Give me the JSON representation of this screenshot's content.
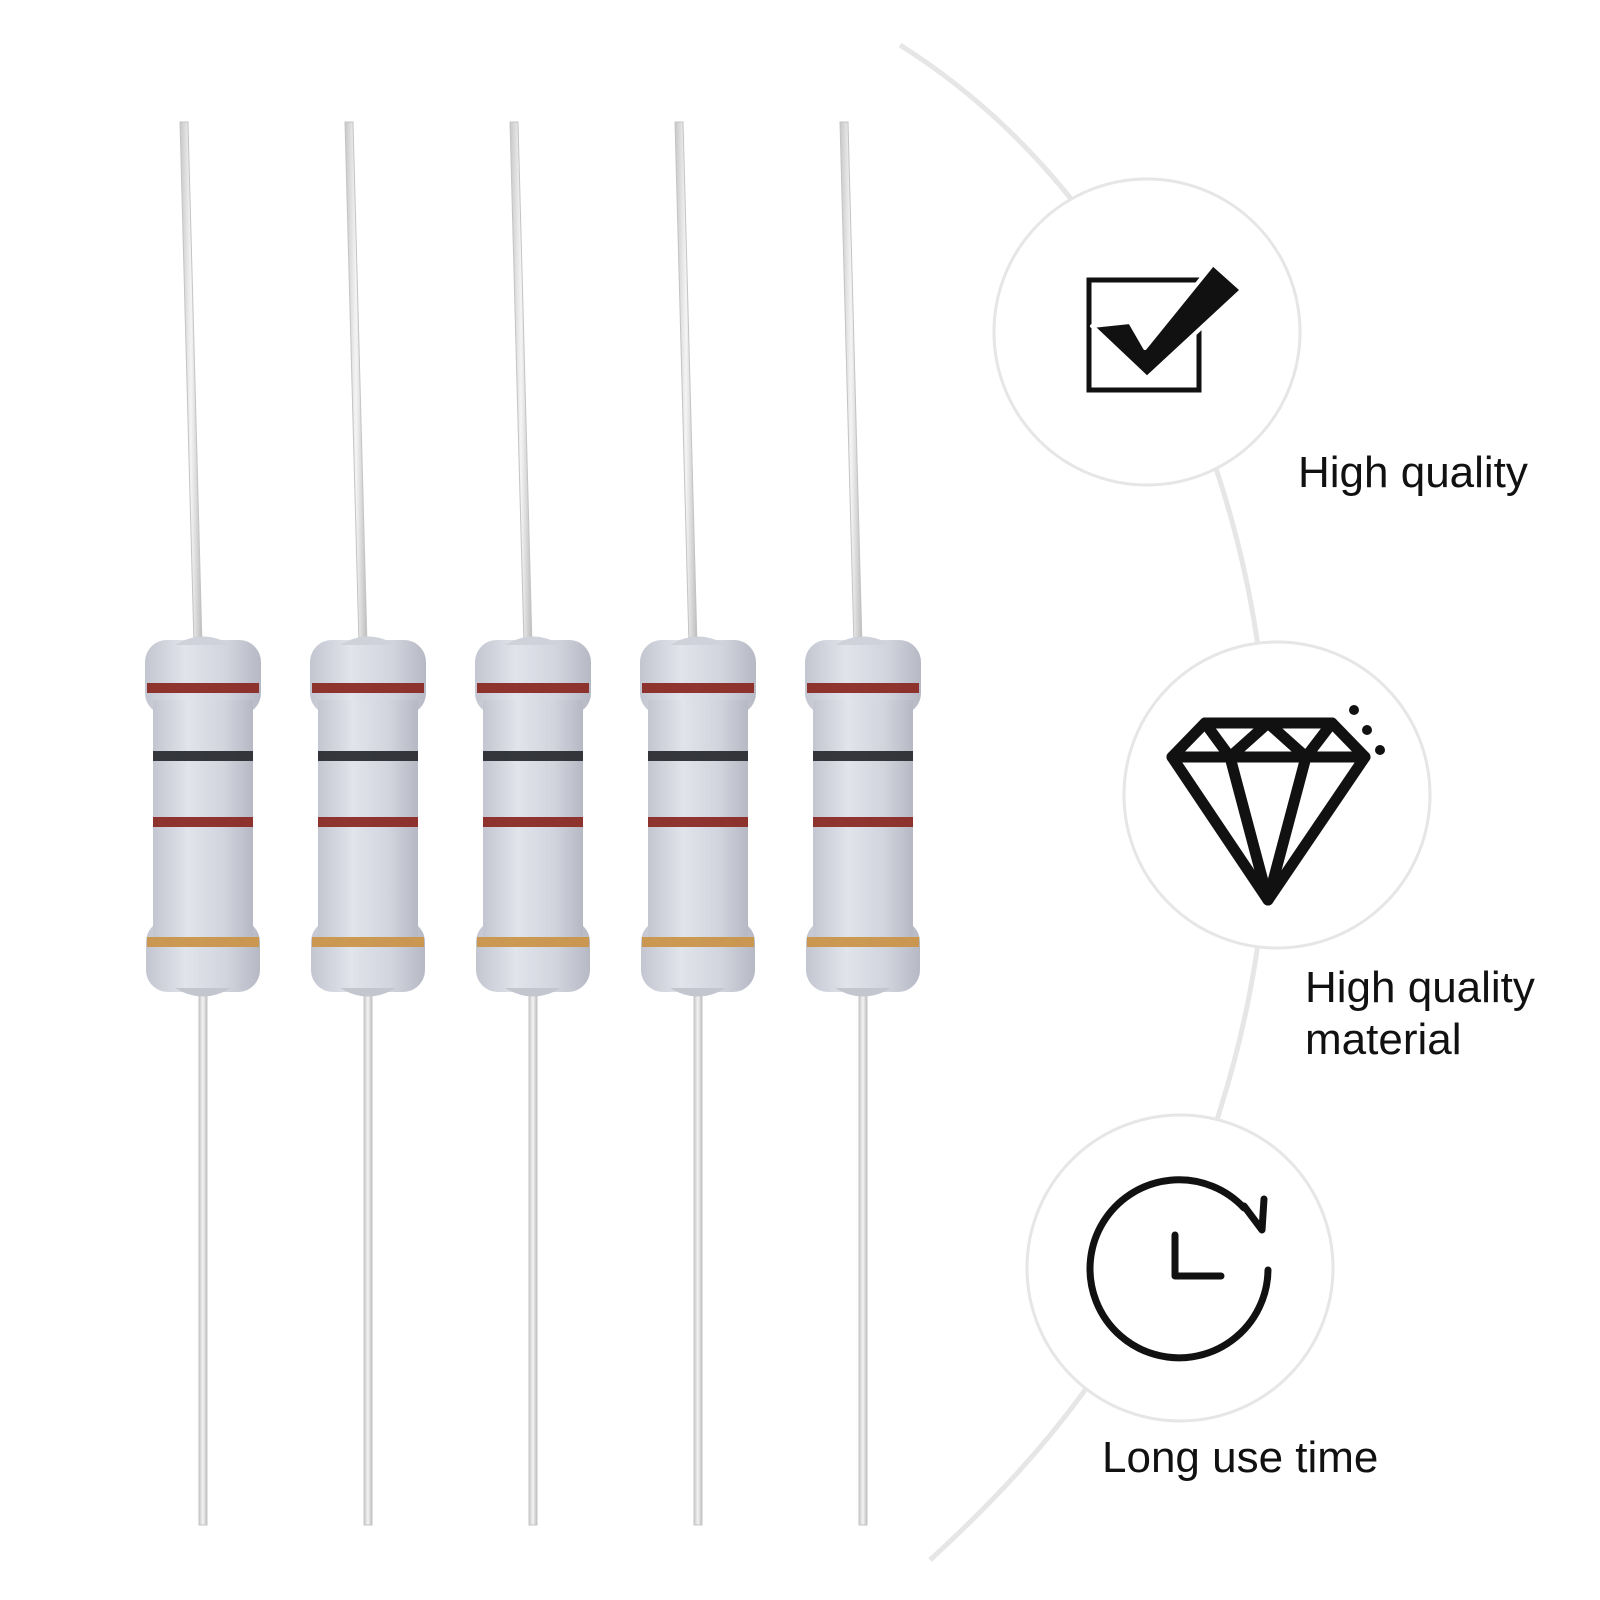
{
  "product": {
    "name": "resistor",
    "count": 5,
    "body_color": "#d4d6e0",
    "lead_color": "#dcdcdc",
    "band_colors": [
      "#8b2a25",
      "#2b2d33",
      "#8b2a25",
      "#c9954a"
    ]
  },
  "features": [
    {
      "icon": "checkbox-check-icon",
      "label": "High quality"
    },
    {
      "icon": "diamond-icon",
      "label": "High quality material"
    },
    {
      "icon": "clock-refresh-icon",
      "label": "Long use time"
    }
  ],
  "colors": {
    "background": "#ffffff",
    "arc": "#e8e8e8",
    "circle_border": "#e6e6e6",
    "icon": "#111111",
    "text": "#111111"
  }
}
